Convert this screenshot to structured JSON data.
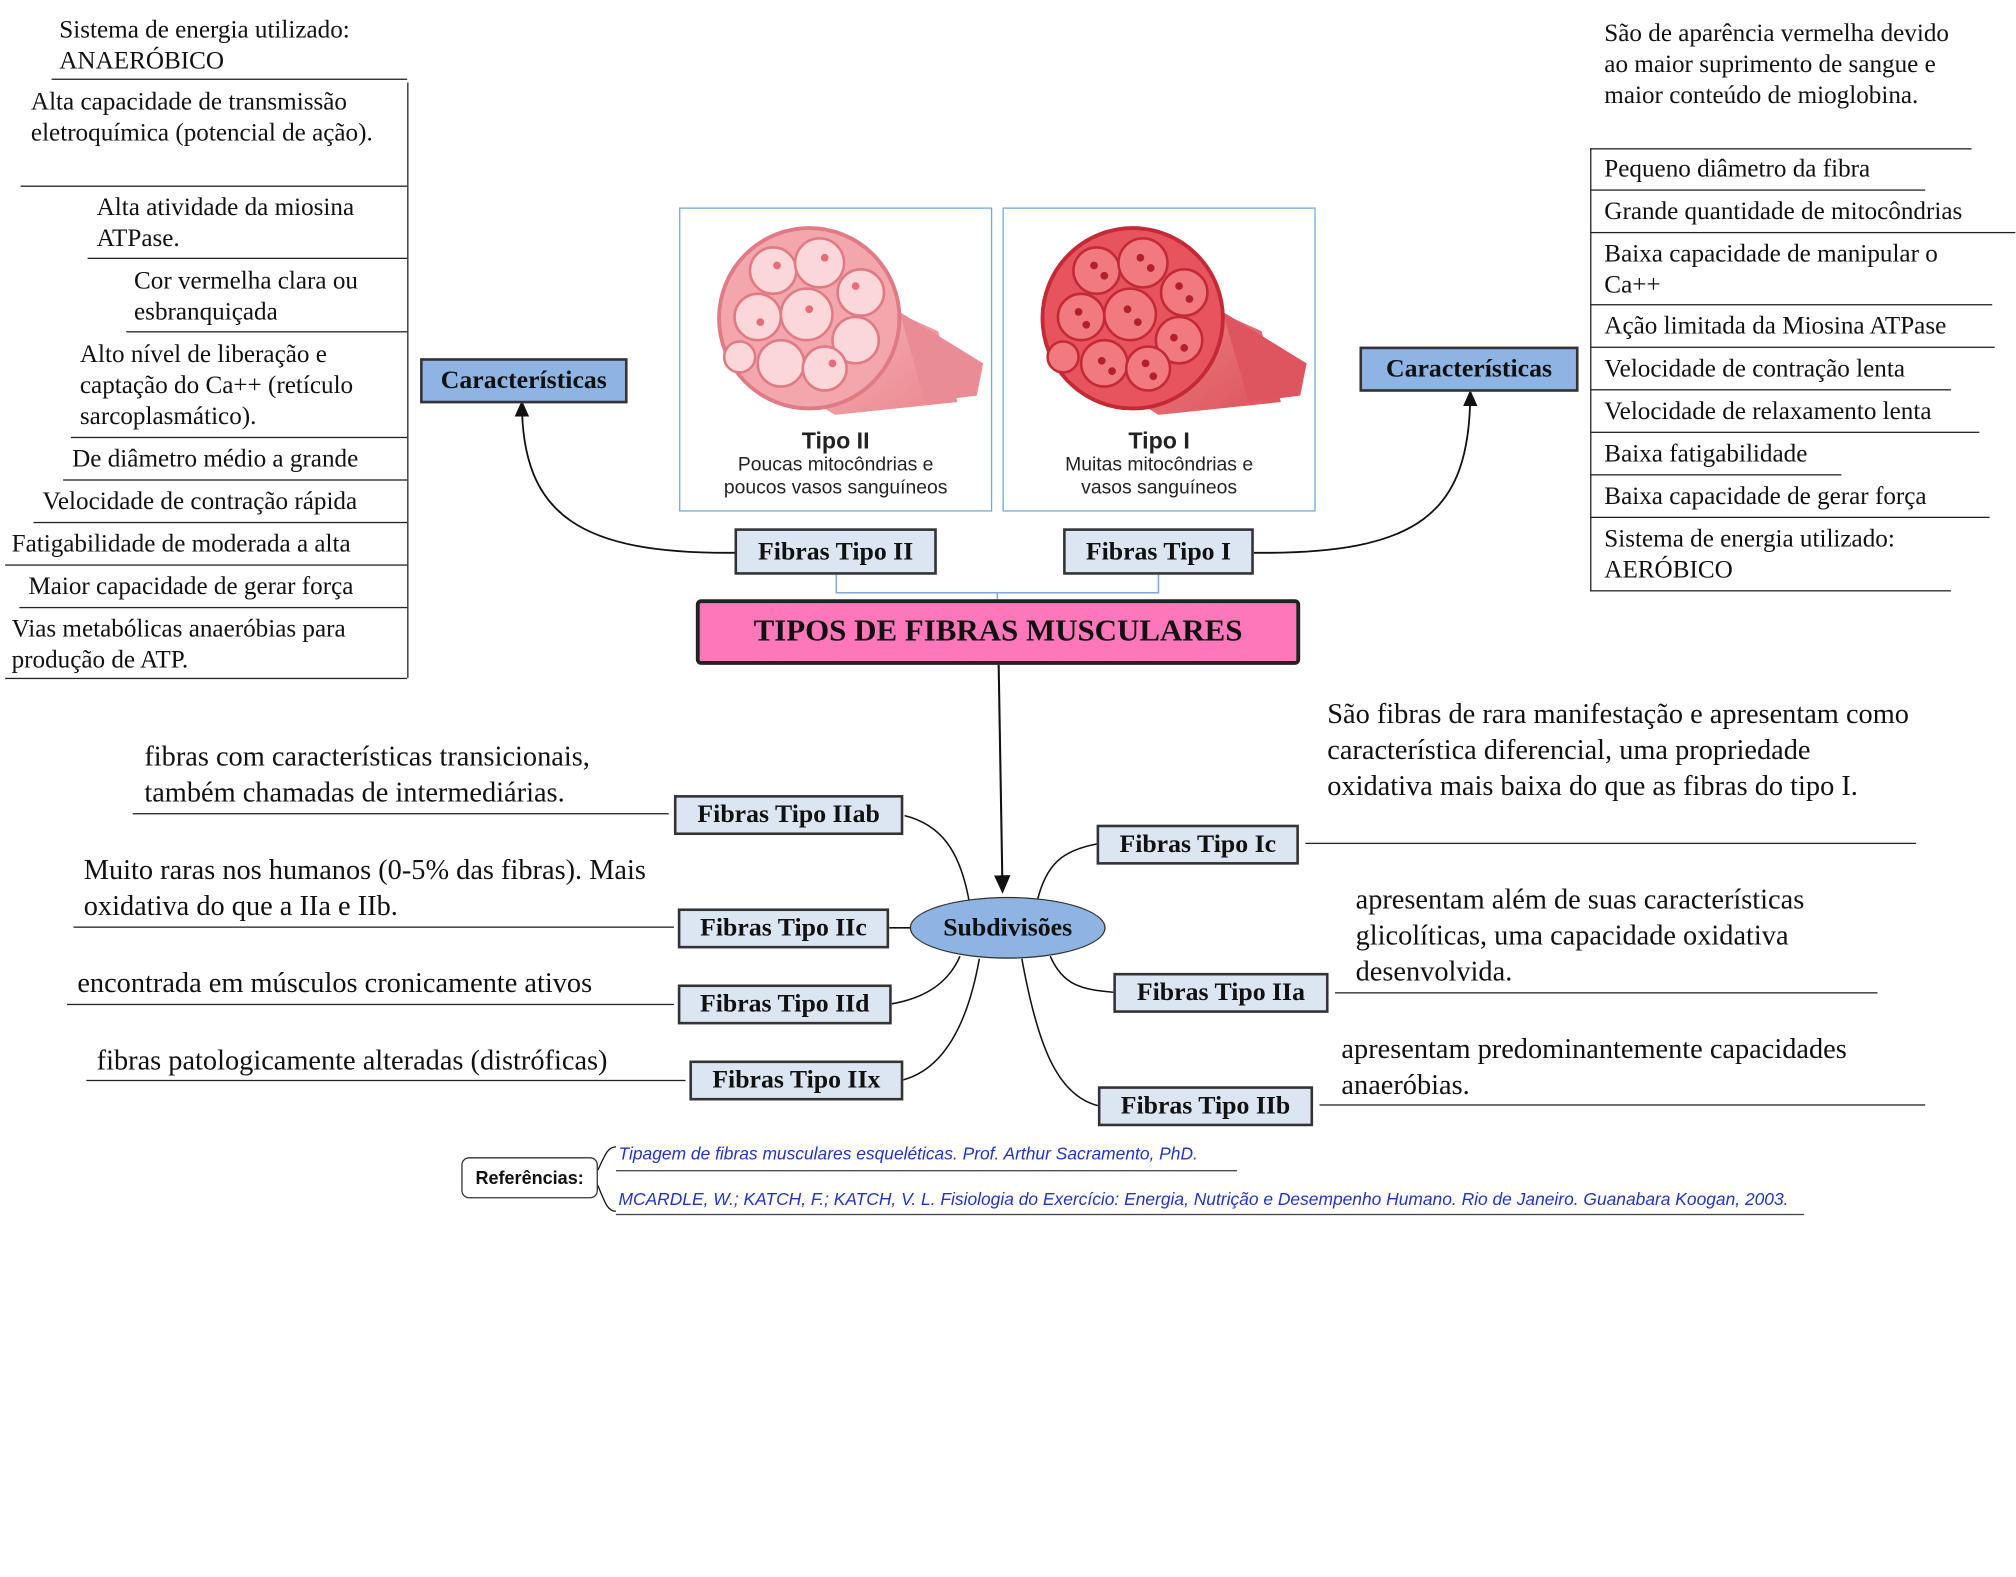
{
  "title": "TIPOS DE FIBRAS MUSCULARES",
  "type_ii": {
    "label": "Fibras Tipo II",
    "image_title": "Tipo II",
    "image_sub1": "Poucas mitocôndrias e",
    "image_sub2": "poucos vasos sanguíneos",
    "char_label": "Características",
    "chars": [
      "Sistema de energia utilizado: ANAERÓBICO",
      "Alta capacidade de transmissão eletroquímica (potencial de ação).",
      "Alta atividade da miosina ATPase.",
      "Cor vermelha clara ou esbranquiçada",
      "Alto nível de liberação e captação do Ca++ (retículo sarcoplasmático).",
      "De diâmetro médio a grande",
      "Velocidade de contração rápida",
      "Fatigabilidade de moderada a alta",
      "Maior capacidade de gerar força",
      "Vias metabólicas anaeróbias para produção de ATP."
    ]
  },
  "type_i": {
    "label": "Fibras Tipo I",
    "image_title": "Tipo I",
    "image_sub1": "Muitas mitocôndrias e",
    "image_sub2": "vasos sanguíneos",
    "char_label": "Características",
    "chars": [
      "São de aparência vermelha devido ao maior suprimento de sangue e maior conteúdo de mioglobina.",
      "Pequeno diâmetro da fibra",
      "Grande quantidade de mitocôndrias",
      "Baixa capacidade de manipular o Ca++",
      "Ação limitada da Miosina ATPase",
      "Velocidade de contração lenta",
      "Velocidade de relaxamento lenta",
      "Baixa fatigabilidade",
      "Baixa capacidade de gerar força",
      "Sistema de energia utilizado: AERÓBICO"
    ]
  },
  "subdivisions": {
    "label": "Subdivisões",
    "left": [
      {
        "label": "Fibras Tipo IIab",
        "desc": "fibras com características transicionais, também chamadas de intermediárias."
      },
      {
        "label": "Fibras Tipo IIc",
        "desc": "Muito raras nos humanos (0-5% das fibras). Mais oxidativa do que a IIa e IIb."
      },
      {
        "label": "Fibras Tipo IId",
        "desc": "encontrada em músculos cronicamente ativos"
      },
      {
        "label": "Fibras Tipo IIx",
        "desc": "fibras patologicamente alteradas (distróficas)"
      }
    ],
    "right": [
      {
        "label": "Fibras Tipo Ic",
        "desc": "São fibras de rara manifestação e apresentam como característica diferencial, uma propriedade oxidativa mais baixa do que as fibras do tipo I."
      },
      {
        "label": "Fibras Tipo IIa",
        "desc": "apresentam além de suas características glicolíticas, uma capacidade oxidativa desenvolvida."
      },
      {
        "label": "Fibras Tipo IIb",
        "desc": "apresentam predominantemente capacidades anaeróbias."
      }
    ]
  },
  "references": {
    "label": "Referências:",
    "items": [
      "Tipagem de fibras musculares esqueléticas. Prof. Arthur Sacramento, PhD.",
      "MCARDLE, W.; KATCH, F.; KATCH, V. L. Fisiologia do Exercício: Energia, Nutrição e Desempenho Humano. Rio de Janeiro. Guanabara Koogan, 2003."
    ]
  },
  "colors": {
    "title_bg": "#ff77bb",
    "node_bg": "#dce6f2",
    "char_bg": "#8eb4e3",
    "link": "#2233cc"
  }
}
